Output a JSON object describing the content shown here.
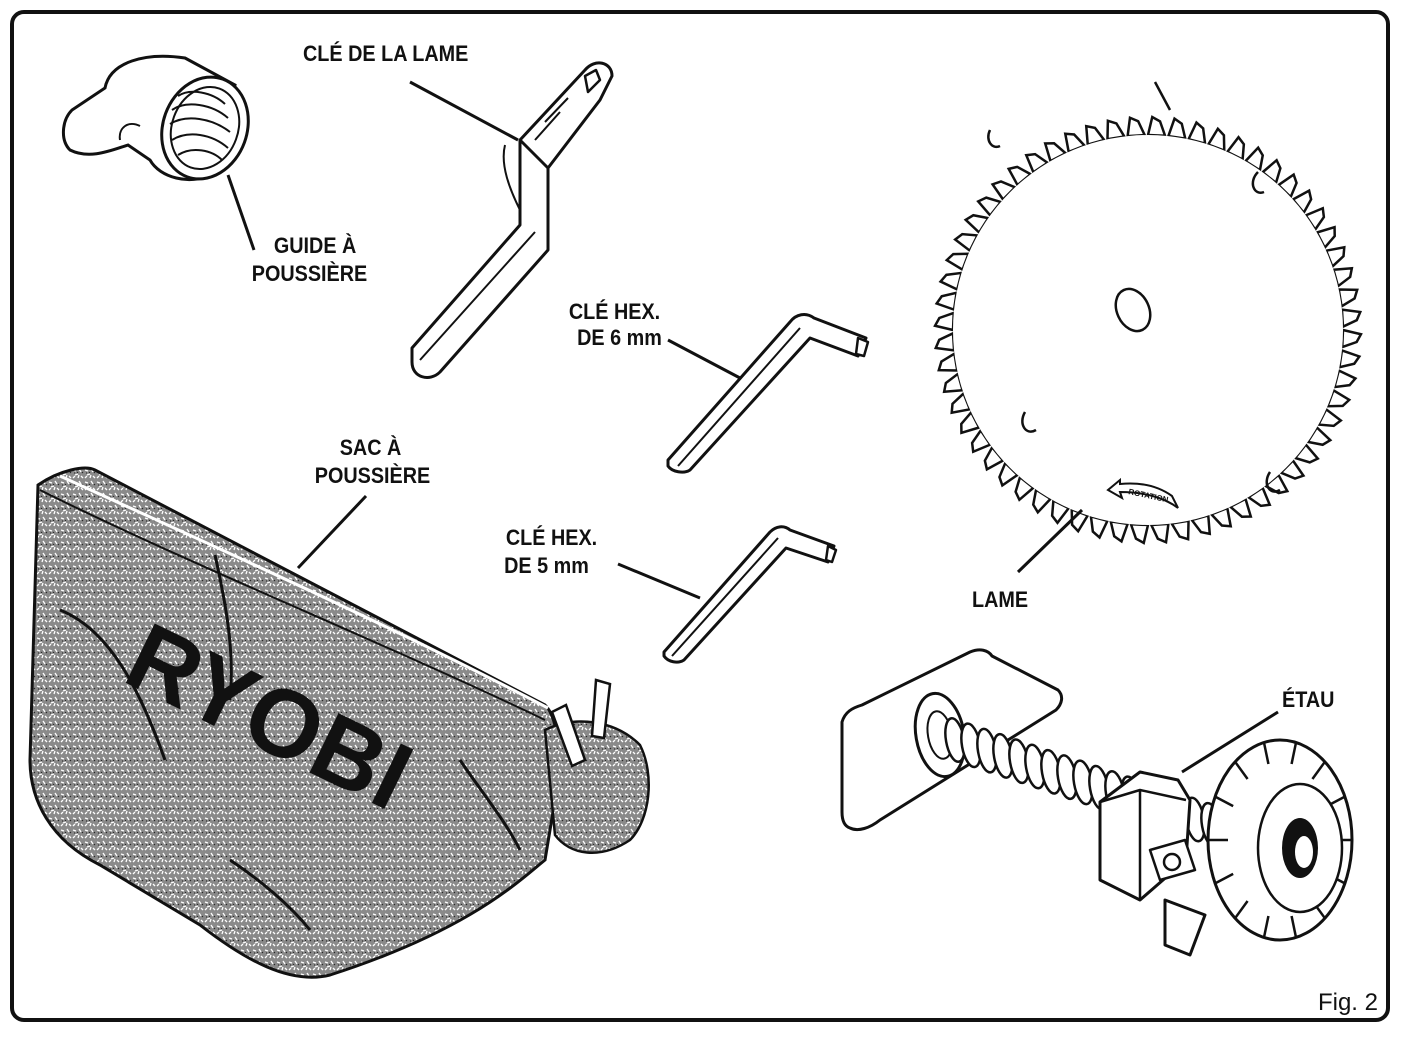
{
  "labels": {
    "blade_wrench": "CLÉ DE LA LAME",
    "dust_guide_line1": "GUIDE À",
    "dust_guide_line2": "POUSSIÈRE",
    "hex6_line1": "CLÉ HEX.",
    "hex6_line2": "DE 6 mm",
    "dust_bag_line1": "SAC À",
    "dust_bag_line2": "POUSSIÈRE",
    "hex5_line1": "CLÉ HEX.",
    "hex5_line2": "DE 5 mm",
    "blade": "LAME",
    "clamp": "ÉTAU"
  },
  "bag_logo": "RYOBI",
  "blade_arrow_text": "ROTATION",
  "figure_number": "Fig. 2",
  "colors": {
    "ink": "#111111",
    "paper": "#ffffff",
    "bag_fill": "#777777"
  }
}
